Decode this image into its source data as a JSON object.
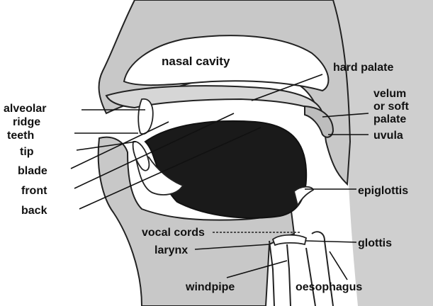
{
  "labels": {
    "nasal_cavity": "nasal cavity",
    "hard_palate": "hard palate",
    "alveolar_ridge_1": "alveolar",
    "alveolar_ridge_2": "ridge",
    "velum_1": "velum",
    "velum_2": "or soft",
    "velum_3": "palate",
    "teeth": "teeth",
    "uvula": "uvula",
    "tip": "tip",
    "blade": "blade",
    "front": "front",
    "back": "back",
    "epiglottis": "epiglottis",
    "vocal_cords": "vocal cords",
    "glottis": "glottis",
    "larynx": "larynx",
    "windpipe": "windpipe",
    "oesophagus": "oesophagus"
  },
  "colors": {
    "tissue": "#c8c8c8",
    "back_wall": "#cfcfcf",
    "tongue": "#1a1a1a",
    "outline": "#222222",
    "background": "#ffffff"
  }
}
